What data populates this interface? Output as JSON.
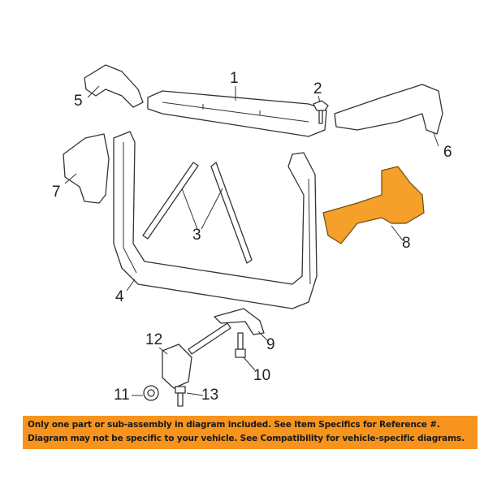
{
  "diagram": {
    "callouts": [
      "1",
      "2",
      "3",
      "4",
      "5",
      "6",
      "7",
      "8",
      "9",
      "10",
      "11",
      "12",
      "13"
    ],
    "highlight_color": "#f5a02a",
    "highlighted_part": "8"
  },
  "banner": {
    "line1": "Only one part or sub-assembly in diagram included. See Item Specifics for Reference #.",
    "line2": "Diagram may not be specific to your vehicle. See Compatibility for vehicle-specific diagrams.",
    "color": "#f7941d"
  }
}
